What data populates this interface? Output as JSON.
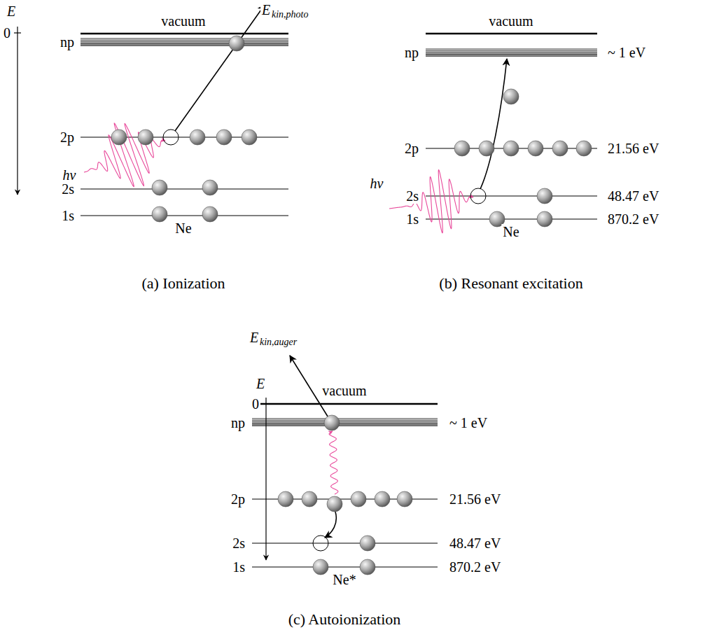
{
  "diagram": {
    "labels": [
      "E",
      "0",
      "vacuum",
      "E",
      "kin,photo",
      "np",
      "2p",
      "hν",
      "2s",
      "1s",
      "Ne",
      "(a) Ionization",
      "vacuum",
      "np",
      "~ 1 eV",
      "2p",
      "21.56 eV",
      "hν",
      "2s",
      "48.47 eV",
      "1s",
      "870.2 eV",
      "Ne",
      "(b) Resonant excitation",
      "E",
      "kin,auger",
      "E",
      "0",
      "vacuum",
      "np",
      "~ 1 eV",
      "2p",
      "21.56 eV",
      "2s",
      "48.47 eV",
      "1s",
      "870.2 eV",
      "Ne*",
      "(c) Autoionization"
    ]
  }
}
